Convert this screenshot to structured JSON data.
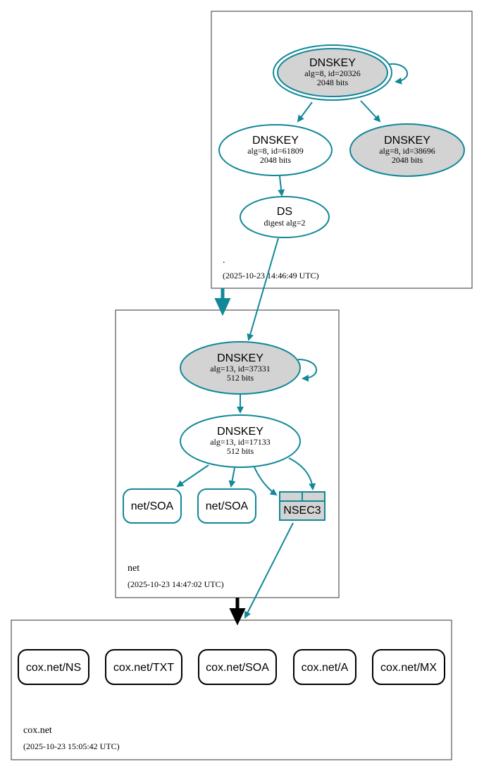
{
  "zones": {
    "root": {
      "name": ".",
      "timestamp": "(2025-10-23 14:46:49 UTC)",
      "nodes": {
        "ksk": {
          "title": "DNSKEY",
          "line1": "alg=8, id=20326",
          "line2": "2048 bits"
        },
        "zsk1": {
          "title": "DNSKEY",
          "line1": "alg=8, id=61809",
          "line2": "2048 bits"
        },
        "zsk2": {
          "title": "DNSKEY",
          "line1": "alg=8, id=38696",
          "line2": "2048 bits"
        },
        "ds": {
          "title": "DS",
          "line1": "digest alg=2"
        }
      }
    },
    "net": {
      "name": "net",
      "timestamp": "(2025-10-23 14:47:02 UTC)",
      "nodes": {
        "ksk": {
          "title": "DNSKEY",
          "line1": "alg=13, id=37331",
          "line2": "512 bits"
        },
        "zsk": {
          "title": "DNSKEY",
          "line1": "alg=13, id=17133",
          "line2": "512 bits"
        },
        "soa1": "net/SOA",
        "soa2": "net/SOA",
        "nsec3": "NSEC3"
      }
    },
    "cox": {
      "name": "cox.net",
      "timestamp": "(2025-10-23 15:05:42 UTC)",
      "records": [
        "cox.net/NS",
        "cox.net/TXT",
        "cox.net/SOA",
        "cox.net/A",
        "cox.net/MX"
      ]
    }
  },
  "colors": {
    "edge": "#118898",
    "ksk_fill": "#d3d3d3",
    "zone_border": "#333333"
  }
}
